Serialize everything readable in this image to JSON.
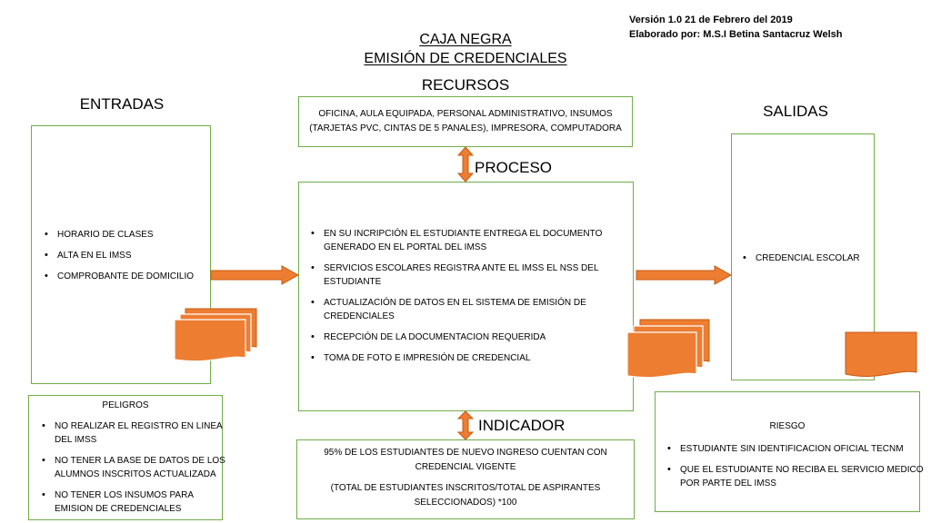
{
  "meta": {
    "version": "Versión 1.0 21 de Febrero del 2019",
    "author": "Elaborado por: M.S.I Betina Santacruz Welsh"
  },
  "title": {
    "line1": "CAJA NEGRA",
    "line2": "EMISIÓN DE CREDENCIALES"
  },
  "labels": {
    "recursos": "RECURSOS",
    "entradas": "ENTRADAS",
    "salidas": "SALIDAS",
    "proceso": "PROCESO",
    "indicador": "INDICADOR"
  },
  "recursos": {
    "text": "OFICINA, AULA EQUIPADA, PERSONAL ADMINISTRATIVO, INSUMOS (TARJETAS PVC, CINTAS DE 5 PANALES), IMPRESORA, COMPUTADORA"
  },
  "entradas": {
    "items": [
      "HORARIO DE CLASES",
      "ALTA EN EL IMSS",
      "COMPROBANTE DE DOMICILIO"
    ]
  },
  "proceso": {
    "items": [
      "EN SU INCRIPCIÓN EL ESTUDIANTE ENTREGA EL DOCUMENTO GENERADO EN EL PORTAL DEL IMSS",
      "SERVICIOS ESCOLARES REGISTRA ANTE EL IMSS EL NSS DEL ESTUDIANTE",
      "ACTUALIZACIÓN DE DATOS EN EL SISTEMA DE EMISIÓN DE CREDENCIALES",
      "RECEPCIÓN DE LA DOCUMENTACION REQUERIDA",
      "TOMA DE FOTO E IMPRESIÓN DE CREDENCIAL"
    ]
  },
  "salidas": {
    "items": [
      "CREDENCIAL ESCOLAR"
    ]
  },
  "peligros": {
    "title": "PELIGROS",
    "items": [
      "NO REALIZAR EL REGISTRO EN LINEA DEL IMSS",
      "NO TENER LA BASE DE DATOS DE LOS ALUMNOS INSCRITOS ACTUALIZADA",
      "NO TENER LOS INSUMOS PARA EMISION DE CREDENCIALES"
    ]
  },
  "indicador": {
    "line1": "95% DE LOS ESTUDIANTES DE NUEVO INGRESO CUENTAN CON CREDENCIAL VIGENTE",
    "line2": "(TOTAL DE ESTUDIANTES INSCRITOS/TOTAL DE ASPIRANTES SELECCIONADOS) *100"
  },
  "riesgo": {
    "title": "RIESGO",
    "items": [
      "ESTUDIANTE SIN IDENTIFICACION OFICIAL TECNM",
      "QUE EL ESTUDIANTE NO RECIBA EL SERVICIO MEDICO POR PARTE DEL IMSS"
    ]
  },
  "colors": {
    "box_border": "#70ad47",
    "arrow_fill": "#ed7d31",
    "arrow_stroke": "#c55a11"
  }
}
